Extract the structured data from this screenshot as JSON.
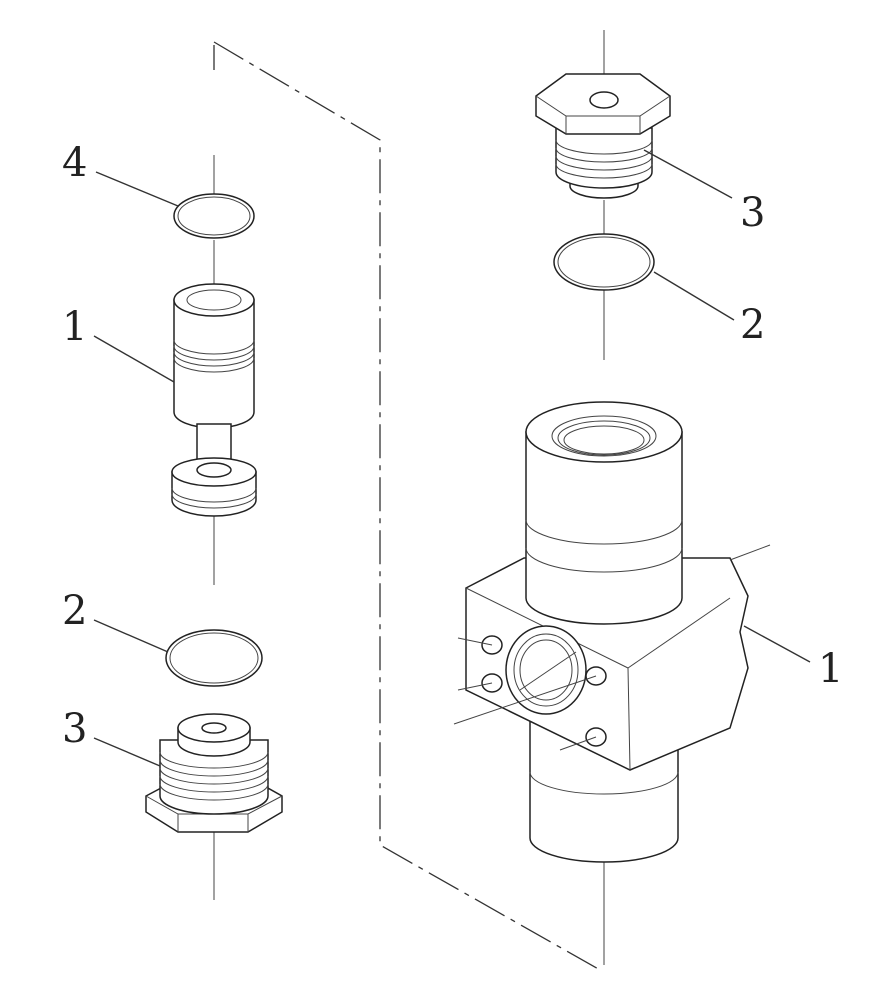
{
  "callouts": {
    "left_seal": "4",
    "left_valve": "1",
    "left_ring": "2",
    "left_plug": "3",
    "right_plug": "3",
    "right_ring": "2",
    "right_body": "1"
  }
}
